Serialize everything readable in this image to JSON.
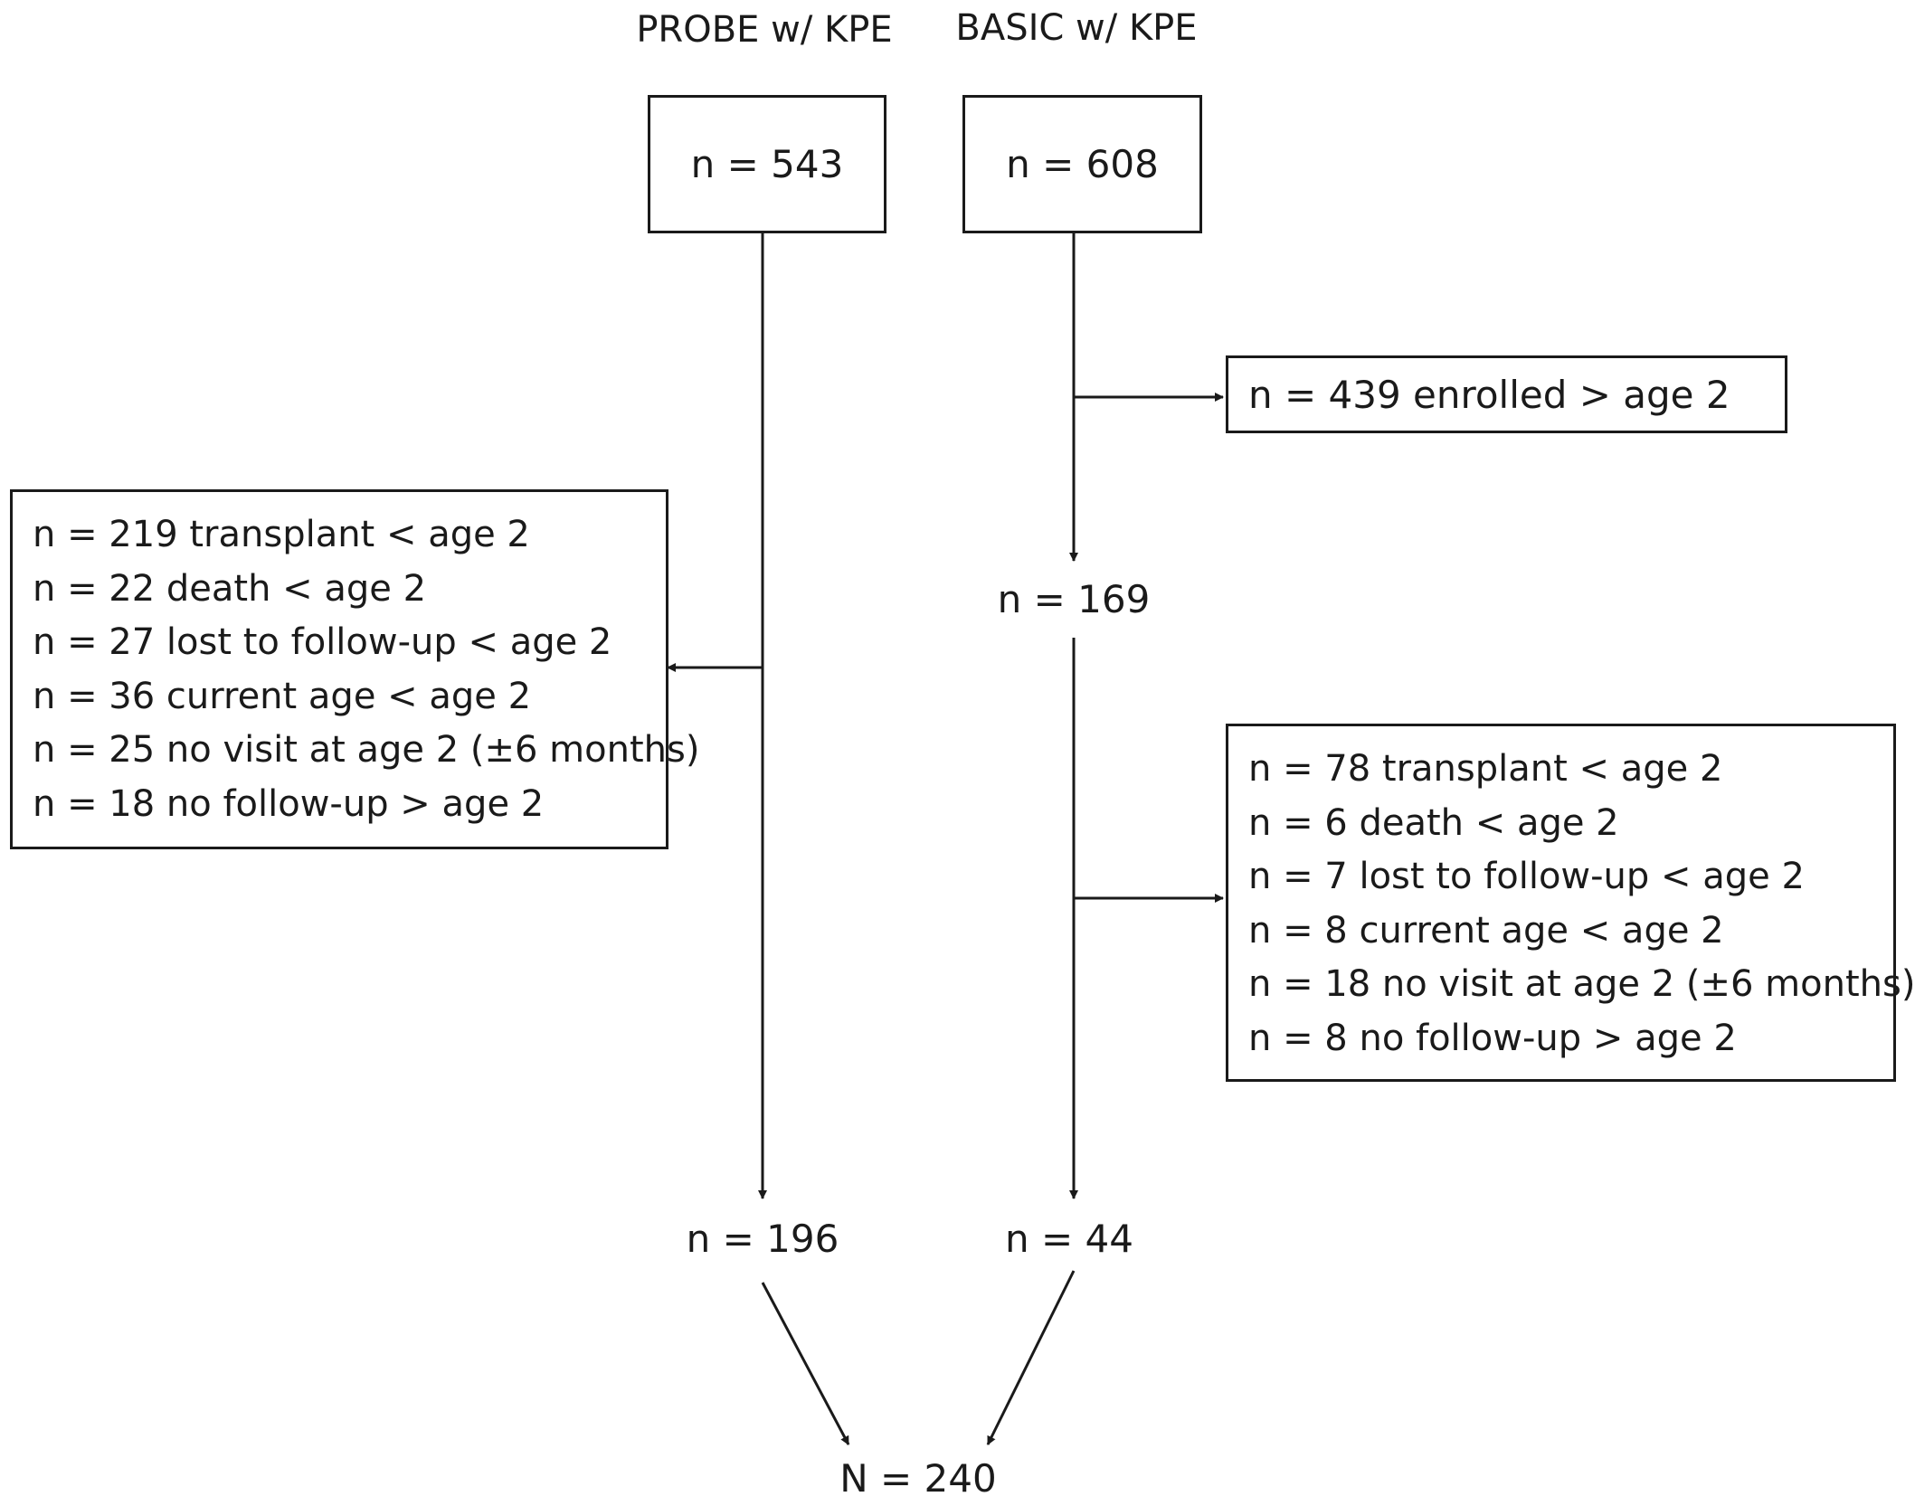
{
  "columns": [
    {
      "heading": "PROBE w/ KPE",
      "start": "n = 543",
      "end": "n = 196"
    },
    {
      "heading": "BASIC w/ KPE",
      "start": "n = 608",
      "middle": "n = 169",
      "end": "n = 44"
    }
  ],
  "exclusions": {
    "basic_enrolled": "n = 439 enrolled > age 2",
    "probe": [
      "n = 219 transplant < age 2",
      "n = 22 death < age 2",
      "n = 27 lost to follow-up < age 2",
      "n = 36 current age < age 2",
      "n = 25 no visit at age 2 (±6 months)",
      "n = 18 no follow-up > age 2"
    ],
    "basic": [
      "n = 78 transplant < age 2",
      "n = 6 death < age 2",
      "n = 7 lost to follow-up < age 2",
      "n = 8 current age < age 2",
      "n = 18 no visit at age 2 (±6 months)",
      "n = 8 no follow-up > age 2"
    ]
  },
  "total": "N = 240"
}
